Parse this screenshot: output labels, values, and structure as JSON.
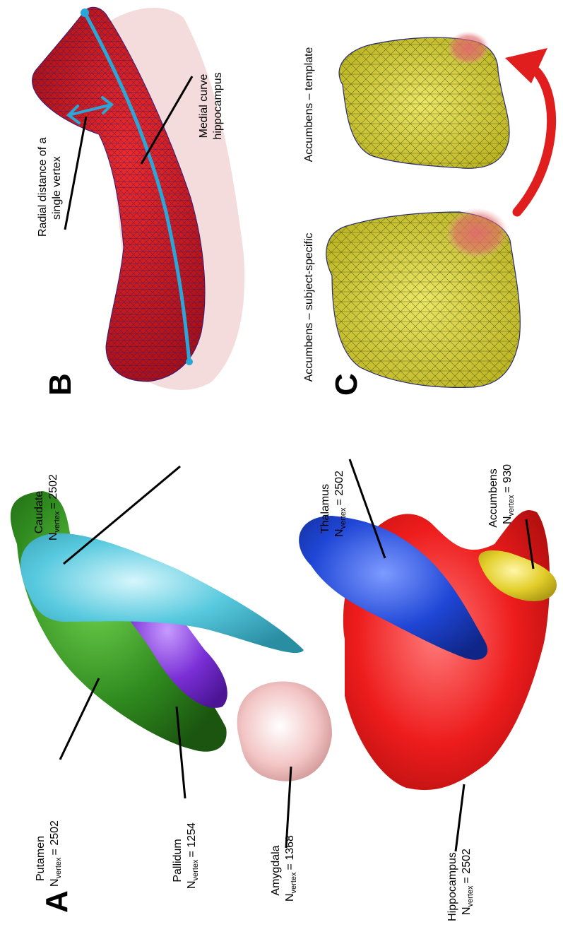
{
  "figure": {
    "panels": [
      {
        "letter": "A",
        "structures": [
          {
            "name": "Putamen",
            "n_label": "N",
            "n_sub": "vertex",
            "n_value": "= 2502",
            "color": "#2f8a1e"
          },
          {
            "name": "Pallidum",
            "n_label": "N",
            "n_sub": "vertex",
            "n_value": "= 1254",
            "color": "#7a2fd6"
          },
          {
            "name": "Amygdala",
            "n_label": "N",
            "n_sub": "vertex",
            "n_value": "= 1368",
            "color": "#f3c5c5"
          },
          {
            "name": "Hippocampus",
            "n_label": "N",
            "n_sub": "vertex",
            "n_value": "= 2502",
            "color": "#ee1c1c"
          },
          {
            "name": "Caudate",
            "n_label": "N",
            "n_sub": "vertex",
            "n_value": "= 2502",
            "color": "#57c9de"
          },
          {
            "name": "Thalamus",
            "n_label": "N",
            "n_sub": "vertex",
            "n_value": "= 2502",
            "color": "#1f46d6"
          },
          {
            "name": "Accumbens",
            "n_label": "N",
            "n_sub": "vertex",
            "n_value": "= 930",
            "color": "#e2cf2a"
          }
        ]
      },
      {
        "letter": "B",
        "labels": {
          "radial_line1": "Radial distance of a",
          "radial_line2": "single vertex",
          "medial_line1": "Medial curve",
          "medial_line2": "hippocampus"
        },
        "colors": {
          "mesh": "#d8121b",
          "curve": "#2aa7d8",
          "shadow": "#f3d6d6"
        }
      },
      {
        "letter": "C",
        "labels": {
          "subject": "Accumbens – subject-specific",
          "template": "Accumbens – template"
        },
        "colors": {
          "mesh": "#dcd72c",
          "highlight": "#e06b6b",
          "arrow": "#e01e1e"
        }
      }
    ]
  }
}
